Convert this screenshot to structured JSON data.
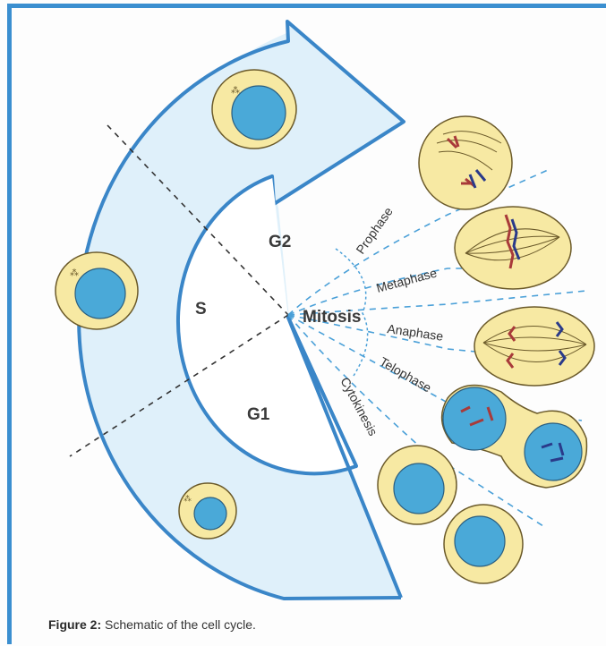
{
  "phases": {
    "s": "S",
    "g1": "G1",
    "g2": "G2",
    "mitosis": "Mitosis"
  },
  "mitosis_stages": {
    "prophase": "Prophase",
    "metaphase": "Metaphase",
    "anaphase": "Anaphase",
    "telophase": "Telophase",
    "cytokinesis": "Cytokinesis"
  },
  "caption": {
    "label": "Figure 2:",
    "text": "Schematic of the cell cycle."
  },
  "colors": {
    "arrow_fill": "#dff0fa",
    "arrow_stroke": "#3a86c8",
    "cell_fill": "#f7e9a3",
    "cell_stroke": "#6b5a2a",
    "nucleus": "#4aa9d8",
    "dash": "#4aa0d8"
  }
}
